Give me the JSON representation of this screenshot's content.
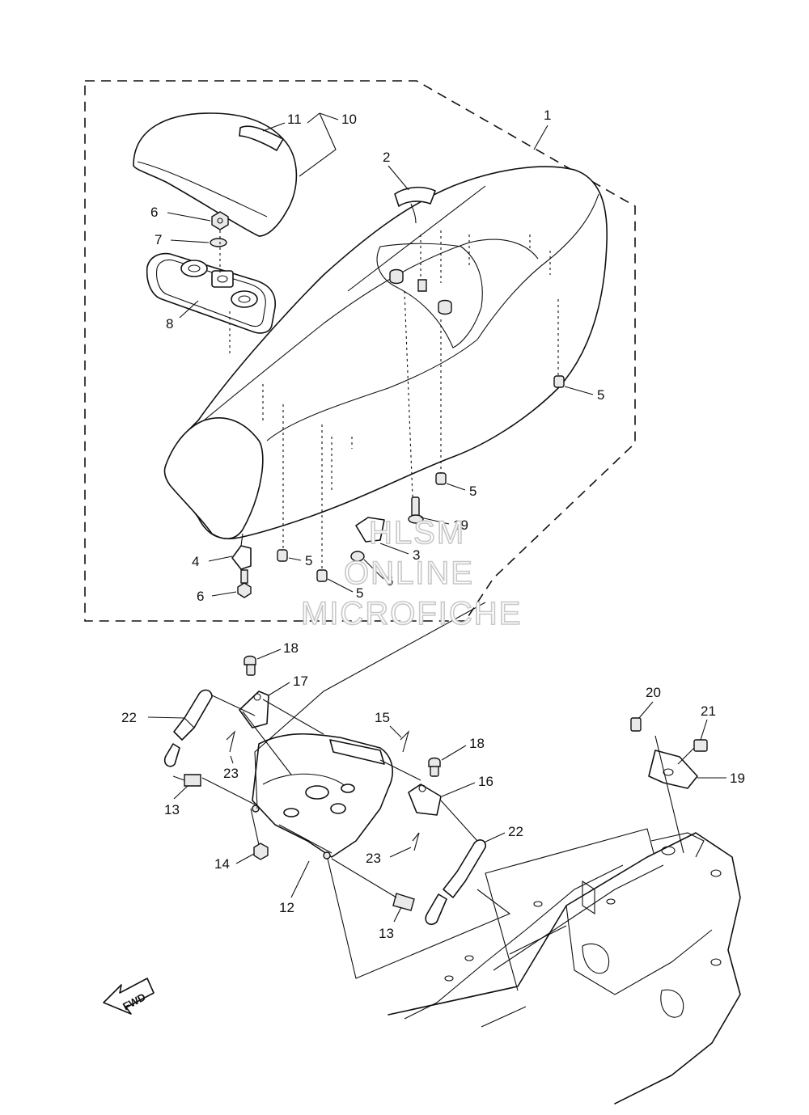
{
  "callouts": {
    "c1": "1",
    "c2": "2",
    "c3": "3",
    "c4": "4",
    "c5a": "5",
    "c5b": "5",
    "c5c": "5",
    "c5d": "5",
    "c6a": "6",
    "c6b": "6",
    "c6c": "6",
    "c7": "7",
    "c8": "8",
    "c10": "10",
    "c11": "11",
    "c12": "12",
    "c13a": "13",
    "c13b": "13",
    "c14": "14",
    "c15": "15",
    "c16": "16",
    "c17": "17",
    "c18a": "18",
    "c18b": "18",
    "c19a": "19",
    "c19b": "19",
    "c20": "20",
    "c21": "21",
    "c22a": "22",
    "c22b": "22",
    "c23a": "23",
    "c23b": "23"
  },
  "watermark": {
    "line1": "HLSM",
    "line2": "ONLINE",
    "line3": "MICROFICHE"
  },
  "fwd_label": "FWD"
}
